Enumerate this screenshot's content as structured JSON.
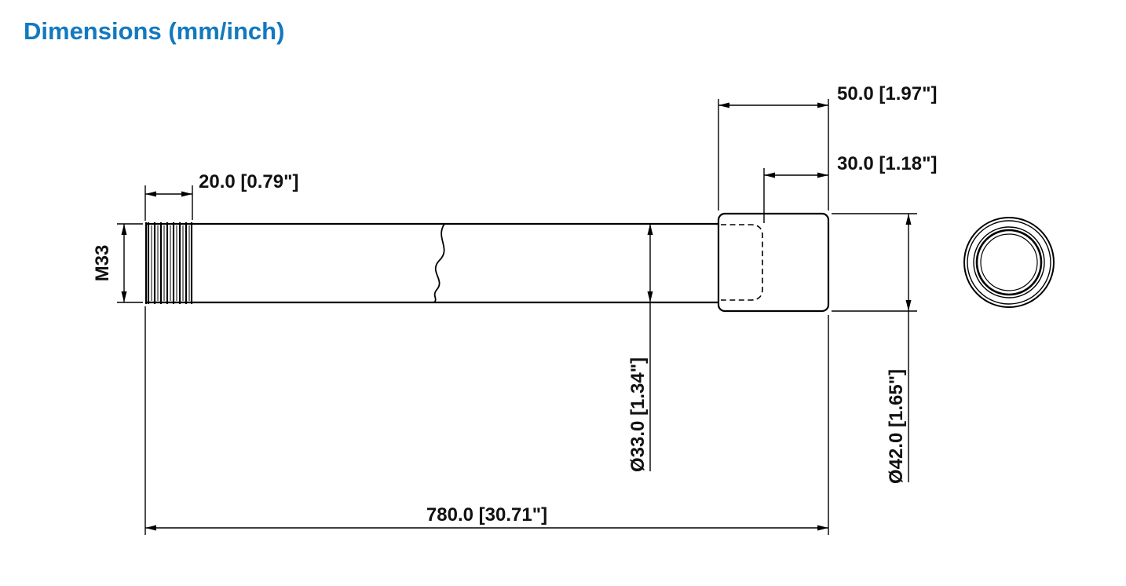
{
  "title": "Dimensions (mm/inch)",
  "colors": {
    "title": "#1279bf",
    "line": "#000000",
    "text": "#111111",
    "background": "#ffffff"
  },
  "drawing": {
    "description": "technical-dimension-drawing-of-extension-pole",
    "dimensions": {
      "thread_label": "M33",
      "thread_length": "20.0 [0.79\"]",
      "collar_length": "50.0 [1.97\"]",
      "collar_socket_depth": "30.0 [1.18\"]",
      "tube_diameter": "Ø33.0 [1.34\"]",
      "collar_diameter": "Ø42.0 [1.65\"]",
      "overall_length": "780.0 [30.71\"]"
    }
  }
}
